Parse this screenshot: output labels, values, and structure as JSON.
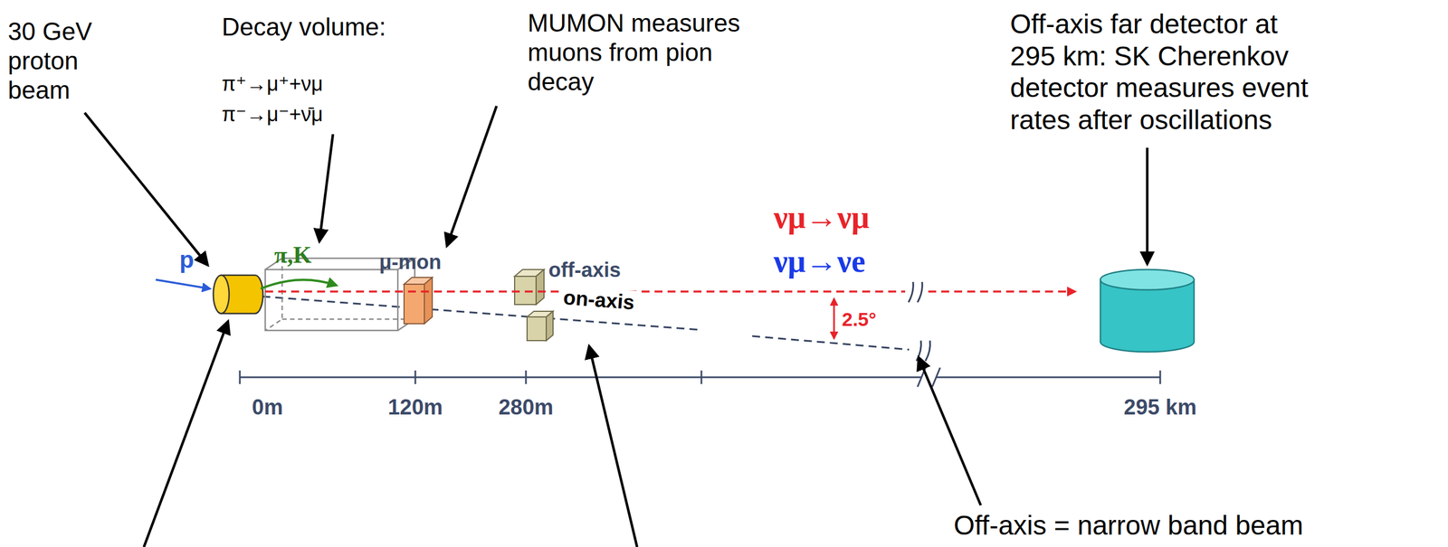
{
  "diagram": {
    "labels": [
      "30 GeV proton beam",
      "Decay volume:",
      "π⁺→μ⁺+νμ",
      "π⁻→μ⁻+ν̄μ",
      "MUMON measures muons from pion decay",
      "Off-axis far detector at 295 km: SK Cherenkov detector measures event rates after oscillations",
      "p",
      "π,K",
      "μ-mon",
      "off-axis",
      "on-axis",
      "νμ→νμ",
      "νμ→νe",
      "2.5°",
      "0m",
      "120m",
      "280m",
      "295 km",
      "Off-axis = narrow band beam"
    ]
  }
}
